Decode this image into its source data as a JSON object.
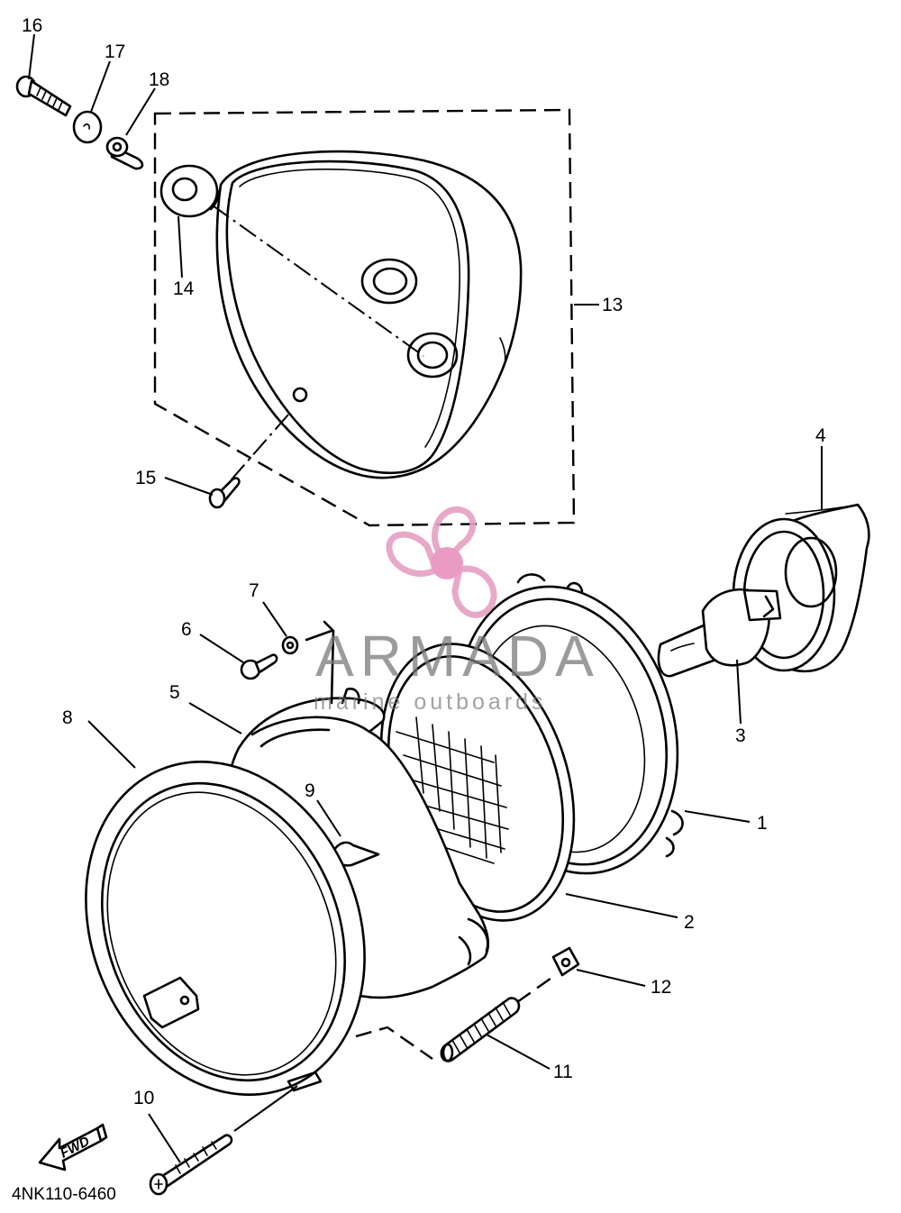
{
  "diagram": {
    "part_code": "4NK110-6460",
    "direction_label": "FWD",
    "callouts": {
      "c1": "1",
      "c2": "2",
      "c3": "3",
      "c4": "4",
      "c5": "5",
      "c6": "6",
      "c7": "7",
      "c8": "8",
      "c9": "9",
      "c10": "10",
      "c11": "11",
      "c12": "12",
      "c13": "13",
      "c14": "14",
      "c15": "15",
      "c16": "16",
      "c17": "17",
      "c18": "18"
    }
  },
  "watermark": {
    "title": "ARMADA",
    "subtitle": "marine outboards",
    "logo_color": "#e6a0c4",
    "logo_center_color": "#e891bd"
  }
}
